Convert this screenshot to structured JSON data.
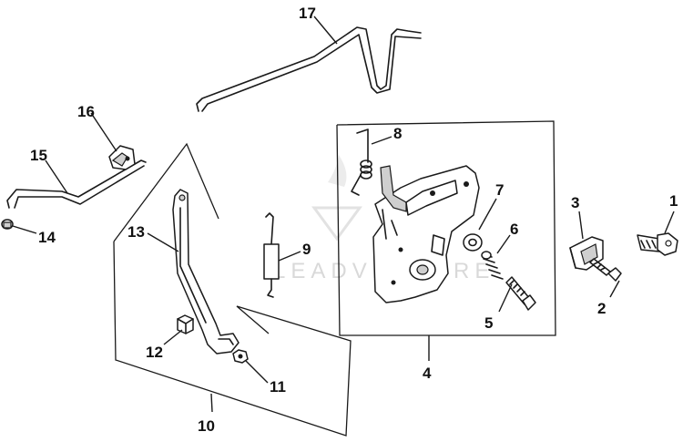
{
  "diagram": {
    "watermark": "LEADVENTURE",
    "callouts": [
      {
        "id": "1",
        "label": "1"
      },
      {
        "id": "2",
        "label": "2"
      },
      {
        "id": "3",
        "label": "3"
      },
      {
        "id": "4",
        "label": "4"
      },
      {
        "id": "5",
        "label": "5"
      },
      {
        "id": "6",
        "label": "6"
      },
      {
        "id": "7",
        "label": "7"
      },
      {
        "id": "8",
        "label": "8"
      },
      {
        "id": "9",
        "label": "9"
      },
      {
        "id": "10",
        "label": "10"
      },
      {
        "id": "11",
        "label": "11"
      },
      {
        "id": "12",
        "label": "12"
      },
      {
        "id": "13",
        "label": "13"
      },
      {
        "id": "14",
        "label": "14"
      },
      {
        "id": "15",
        "label": "15"
      },
      {
        "id": "16",
        "label": "16"
      },
      {
        "id": "17",
        "label": "17"
      }
    ]
  }
}
